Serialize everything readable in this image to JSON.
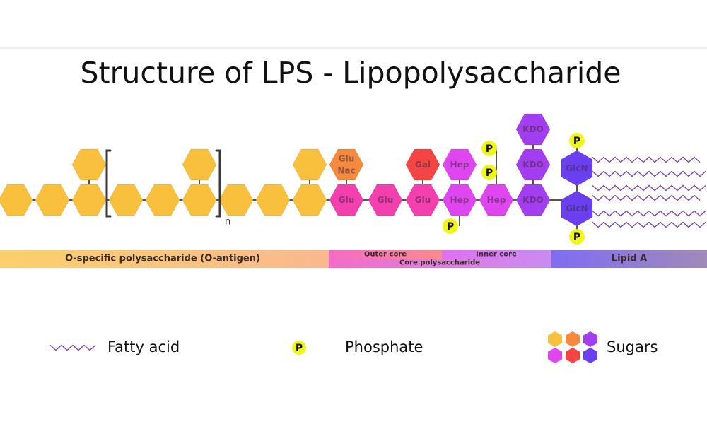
{
  "title": "Structure of LPS - Lipopolysaccharide",
  "repeat_label": "n",
  "colors": {
    "yellow": "#f9c03e",
    "orange": "#f58a3c",
    "pink": "#f43fae",
    "red": "#f44444",
    "magenta": "#e046f0",
    "violet": "#a23ef0",
    "blue": "#6a3ff0",
    "phosphate": "#f0f51a",
    "fatty_acid": "#7a3fb0"
  },
  "sugars": {
    "glunac": "Glu\nNac",
    "glu": "Glu",
    "gal": "Gal",
    "hep": "Hep",
    "kdo": "KDO",
    "glcn": "GlcN"
  },
  "phosphate_label": "P",
  "regions": {
    "o_antigen": "O-specific polysaccharide (O-antigen)",
    "outer_core": "Outer core",
    "inner_core": "Inner core",
    "core": "Core polysaccharide",
    "lipid_a": "Lipid A"
  },
  "legend": {
    "fatty_acid": "Fatty acid",
    "phosphate": "Phosphate",
    "sugars": "Sugars"
  }
}
